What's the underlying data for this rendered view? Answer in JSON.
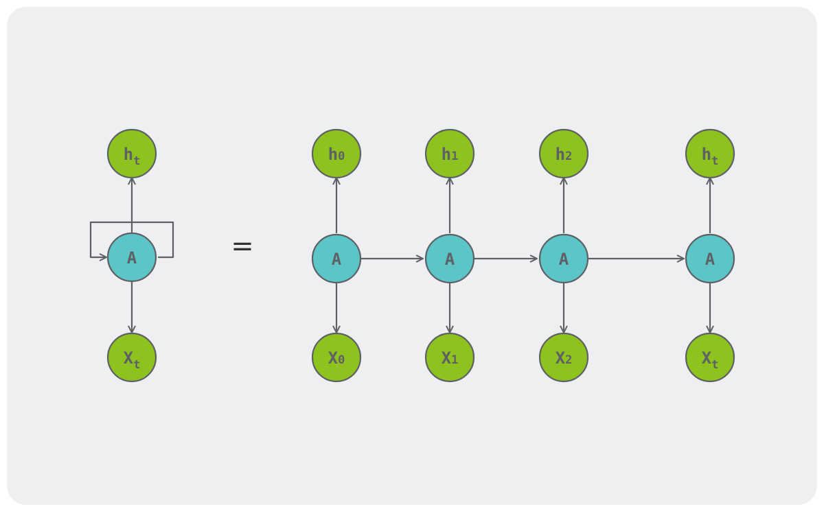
{
  "colors": {
    "background": "#eeeff1",
    "io_node_fill": "#8dc21f",
    "hidden_node_fill": "#5cc5c8",
    "stroke": "#5e6066",
    "text": "#5e6066"
  },
  "equals_sign": "=",
  "folded": {
    "output": {
      "main": "h",
      "sub": "t"
    },
    "cell": {
      "main": "A",
      "sub": ""
    },
    "input": {
      "main": "X",
      "sub": "t"
    }
  },
  "unrolled": [
    {
      "output": {
        "main": "h",
        "sub": "0"
      },
      "cell": {
        "main": "A",
        "sub": ""
      },
      "input": {
        "main": "X",
        "sub": "0"
      }
    },
    {
      "output": {
        "main": "h",
        "sub": "1"
      },
      "cell": {
        "main": "A",
        "sub": ""
      },
      "input": {
        "main": "X",
        "sub": "1"
      }
    },
    {
      "output": {
        "main": "h",
        "sub": "2"
      },
      "cell": {
        "main": "A",
        "sub": ""
      },
      "input": {
        "main": "X",
        "sub": "2"
      }
    },
    {
      "output": {
        "main": "h",
        "sub": "t"
      },
      "cell": {
        "main": "A",
        "sub": ""
      },
      "input": {
        "main": "X",
        "sub": "t"
      }
    }
  ]
}
